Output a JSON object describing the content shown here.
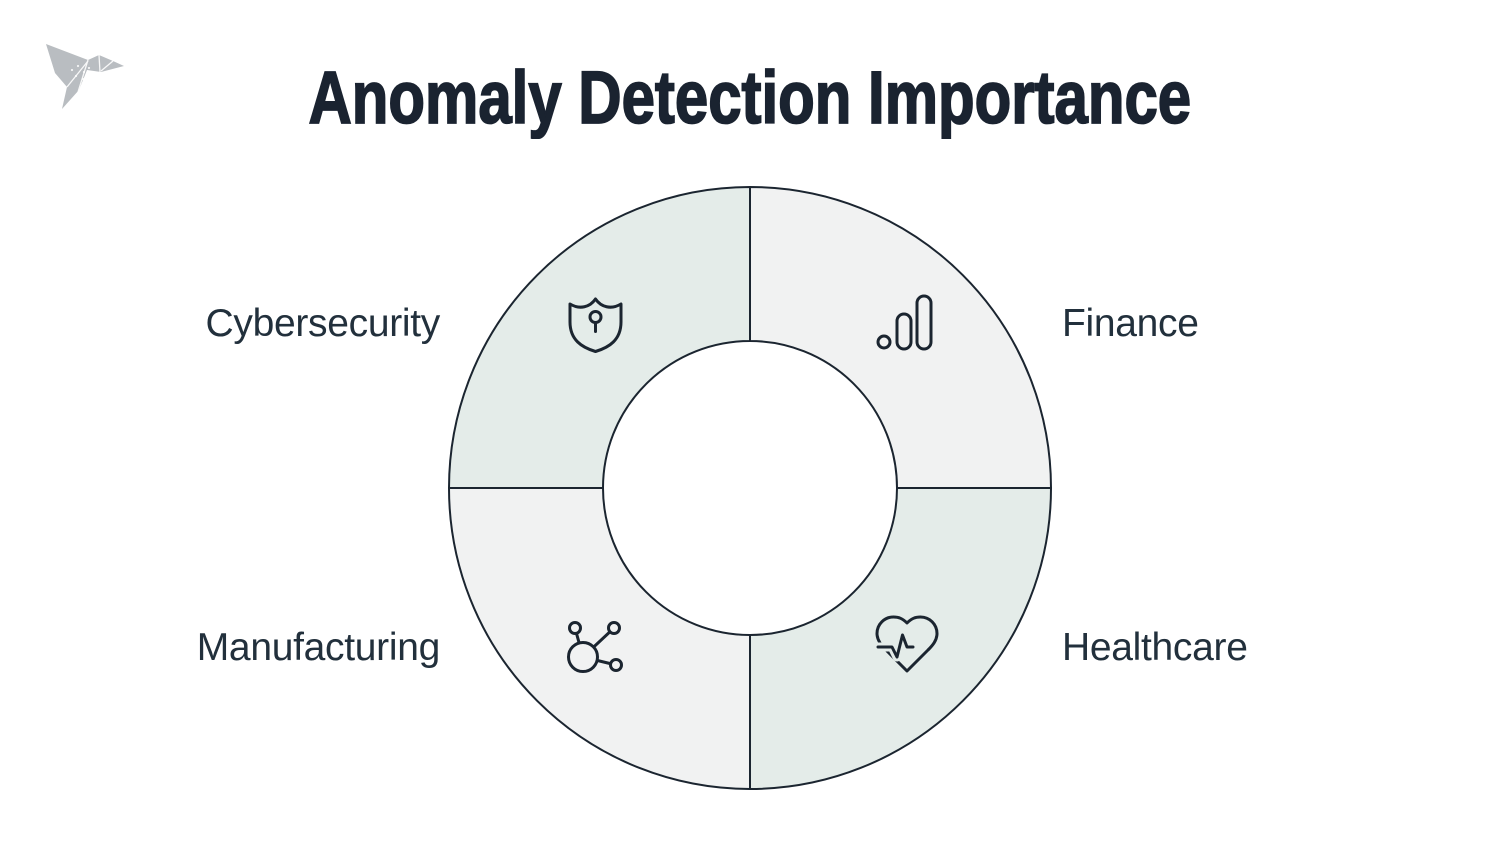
{
  "page": {
    "background_color": "#ffffff"
  },
  "logo": {
    "name": "origami-bird-logo",
    "fill_color": "#b9bdc1",
    "seam_color": "#ffffff"
  },
  "title": {
    "text": "Anomaly Detection Importance",
    "color": "#1a2330"
  },
  "diagram": {
    "type": "donut-quadrant-infographic",
    "stroke_color": "#1b2530",
    "label_color": "#22303c",
    "colors": {
      "mint": "#e4ece9",
      "gray": "#f1f2f2"
    },
    "segments": [
      {
        "label": "Cybersecurity",
        "icon": "shield-keyhole-icon",
        "position": "top-left",
        "fill": "#e4ece9"
      },
      {
        "label": "Finance",
        "icon": "bar-chart-icon",
        "position": "top-right",
        "fill": "#f1f2f2"
      },
      {
        "label": "Manufacturing",
        "icon": "network-nodes-icon",
        "position": "bottom-left",
        "fill": "#f1f2f2"
      },
      {
        "label": "Healthcare",
        "icon": "heart-pulse-icon",
        "position": "bottom-right",
        "fill": "#e4ece9"
      }
    ]
  }
}
